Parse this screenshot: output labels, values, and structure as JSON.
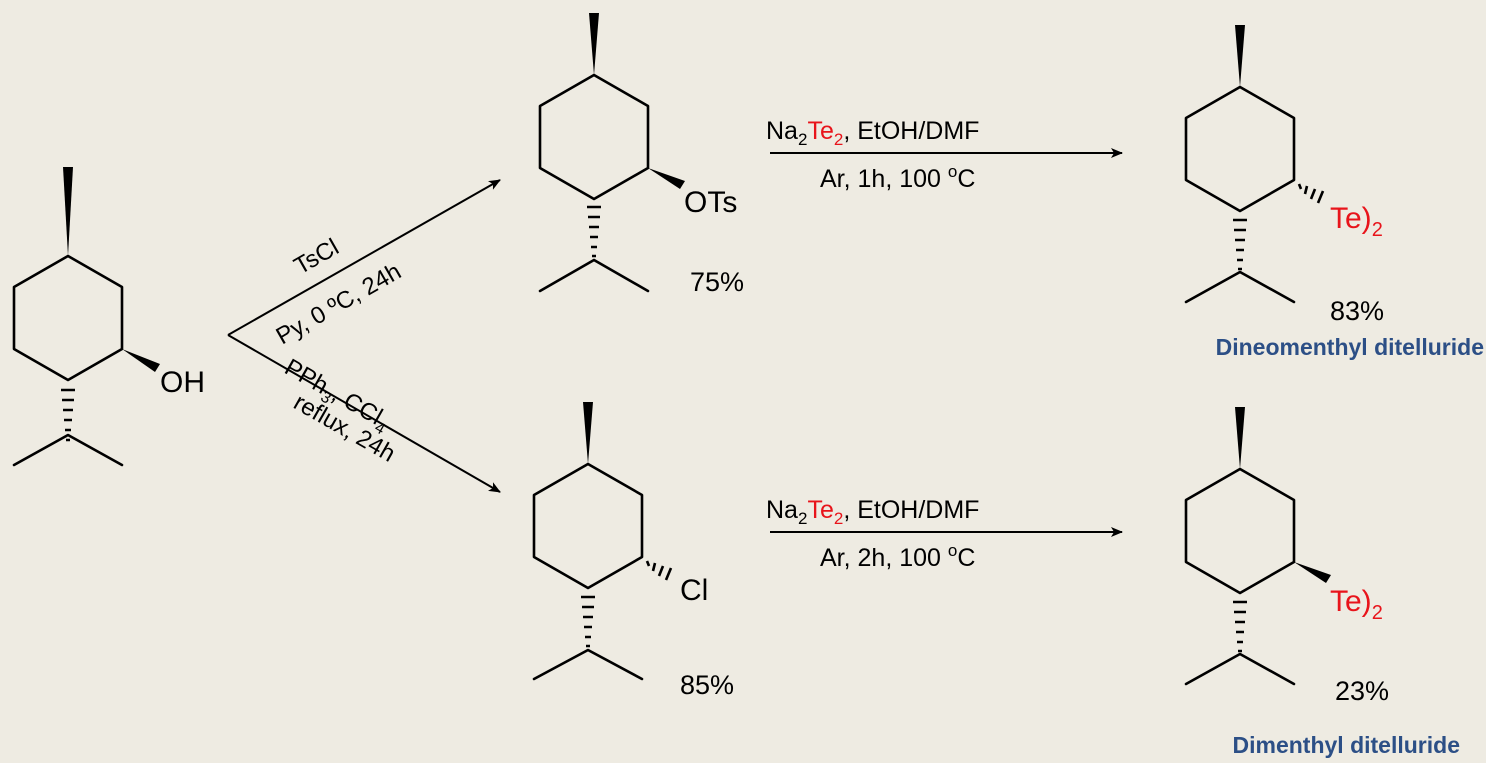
{
  "colors": {
    "background": "#eeebe2",
    "tellurium": "#e8141b",
    "compound_name": "#2c4f86"
  },
  "start": {
    "group": "OH"
  },
  "tosylate": {
    "group": "OTs",
    "yield": "75%"
  },
  "chloride": {
    "group": "Cl",
    "yield": "85%"
  },
  "steps": {
    "tosylation": {
      "reagent": "TsCl",
      "conditions": "Py, 0 ºC, 24h"
    },
    "chlorination": {
      "reagent_pph": "PPh",
      "reagent_sub3": "3",
      "reagent_ccl": ", CCl",
      "reagent_sub4": "4",
      "conditions": "reflux, 24h"
    },
    "telluration_top": {
      "na": "Na",
      "na_sub": "2",
      "te": "Te",
      "te_sub": "2",
      "solvent": ", EtOH/DMF",
      "cond_prefix": "Ar, 1h, 100 ",
      "deg": "o",
      "unit": "C"
    },
    "telluration_bottom": {
      "na": "Na",
      "na_sub": "2",
      "te": "Te",
      "te_sub": "2",
      "solvent": ", EtOH/DMF",
      "cond_prefix": "Ar, 2h, 100 ",
      "deg": "o",
      "unit": "C"
    }
  },
  "product_top": {
    "group": "Te)",
    "group_sub": "2",
    "yield": "83%",
    "name": "Dineomenthyl ditelluride"
  },
  "product_bottom": {
    "group": "Te)",
    "group_sub": "2",
    "yield": "23%",
    "name": "Dimenthyl ditelluride"
  }
}
